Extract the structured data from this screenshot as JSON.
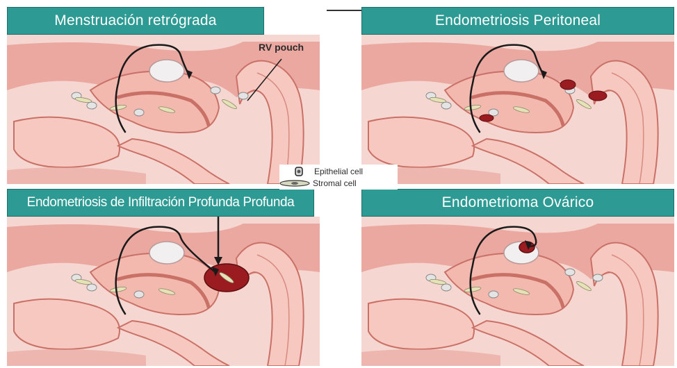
{
  "panels": [
    {
      "title": "Menstruación retrógrada",
      "annotation": "RV pouch"
    },
    {
      "title": "Endometriosis Peritoneal"
    },
    {
      "title": "Endometriosis de Infiltración Profunda Profunda"
    },
    {
      "title": "Endometrioma Ovárico"
    }
  ],
  "legend": {
    "items": [
      {
        "label": "Epithelial cell",
        "icon": "epithelial-cell-icon"
      },
      {
        "label": "Stromal cell",
        "icon": "stromal-cell-icon"
      }
    ]
  },
  "colors": {
    "title_bar": "#2e9a94",
    "tissue_light": "#f7c8c0",
    "tissue_mid": "#e8a098",
    "tissue_dark": "#c97067",
    "lesion": "#9b1c20",
    "arrow": "#1a1a1a"
  }
}
